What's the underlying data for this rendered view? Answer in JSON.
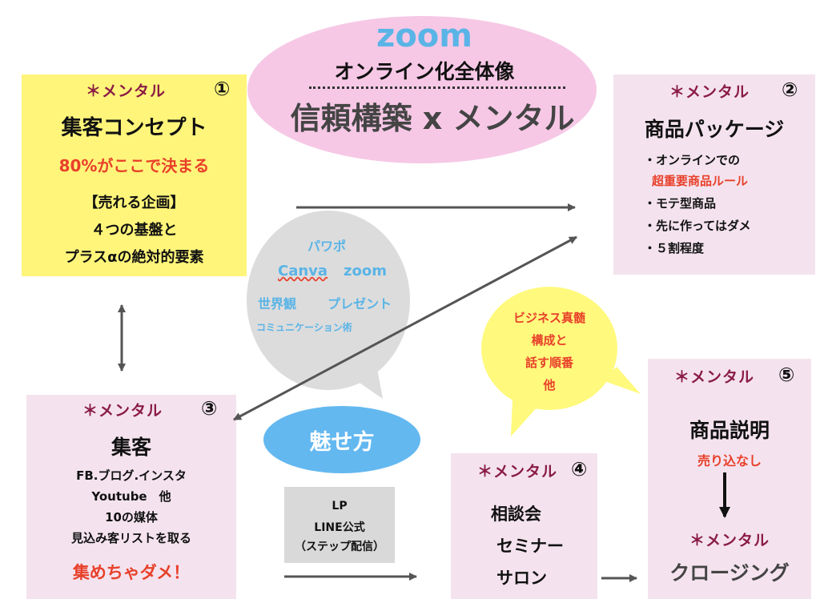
{
  "header": {
    "zoom": "zoom",
    "overview": "オンライン化全体像",
    "main": "信頼構築 x メンタル"
  },
  "box1": {
    "mental": "＊メンタル",
    "num": "①",
    "title": "集客コンセプト",
    "highlight": "80%がここで決まる",
    "lines": [
      "【売れる企画】",
      "４つの基盤と",
      "プラスαの絶対的要素"
    ]
  },
  "box2": {
    "mental": "＊メンタル",
    "num": "②",
    "title": "商品パッケージ",
    "items": [
      "・オンラインでの",
      "超重要商品ルール",
      "・モテ型商品",
      "・先に作ってはダメ",
      "・５割程度"
    ]
  },
  "box3": {
    "mental": "＊メンタル",
    "num": "③",
    "title": "集客",
    "lines": [
      "FB.ブログ.インスタ",
      "Youtube　他",
      "10の媒体",
      "見込み客リストを取る"
    ],
    "highlight": "集めちゃダメ！"
  },
  "box4": {
    "mental": "＊メンタル",
    "num": "④",
    "lines": [
      "相談会",
      "セミナー",
      "サロン"
    ]
  },
  "box5": {
    "mental": "＊メンタル",
    "num": "⑤",
    "title": "商品説明",
    "sub": "売り込なし",
    "mental2": "＊メンタル",
    "title2": "クロージング"
  },
  "gray_bubble": {
    "items": [
      "パワポ",
      "Canva",
      "zoom",
      "世界観",
      "プレゼント",
      "コミュニケーション術"
    ]
  },
  "blue_oval": {
    "label": "魅せ方"
  },
  "yellow_bubble": {
    "lines": [
      "ビジネス真髄",
      "構成と",
      "話す順番",
      "他"
    ]
  },
  "lp_box": {
    "lines": [
      "LP",
      "LINE公式",
      "（ステップ配信）"
    ]
  },
  "colors": {
    "yellow_box": "#fff57a",
    "pink_box": "#f4e3ee",
    "header_oval": "#f6c8e6",
    "blue_oval": "#64b8f0",
    "gray_bubble": "#dcdcdc",
    "yellow_bubble": "#fff97d",
    "accent_red": "#e8402a",
    "mental_color": "#8a1c45",
    "bubble_text": "#5ab4e6"
  }
}
